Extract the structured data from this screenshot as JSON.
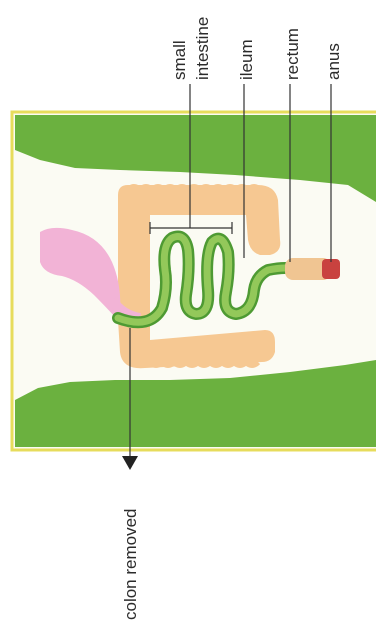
{
  "labels": {
    "small_intestine_line1": "small",
    "small_intestine_line2": "intestine",
    "ileum": "ileum",
    "rectum": "rectum",
    "anus": "anus",
    "colon_removed": "colon removed"
  },
  "colors": {
    "frame_border": "#e7dc5c",
    "background": "#fbfbf3",
    "body_wall": "#6bb13f",
    "colon": "#f6c892",
    "small_intestine": "#93c85a",
    "stomach": "#f2b3d6",
    "rectum": "#f0c592",
    "anus": "#c9423f",
    "text": "#2b2b2b"
  }
}
